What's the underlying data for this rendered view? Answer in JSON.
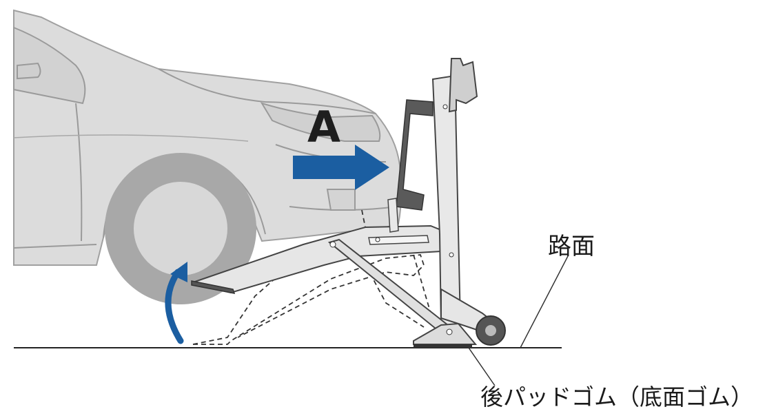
{
  "diagram": {
    "callout_a": "A",
    "label_road": "路面",
    "label_rear_pad": "後パッドゴム（底面ゴム）"
  },
  "colors": {
    "car_body": "#dcdcdc",
    "car_outline": "#9a9a9a",
    "tire": "#a8a8a8",
    "wheel": "#d8d8d8",
    "jack_fill": "#e6e6e6",
    "jack_outline": "#444444",
    "dark_part": "#555555",
    "arrow_blue": "#1b5ea1",
    "ground": "#222222"
  }
}
